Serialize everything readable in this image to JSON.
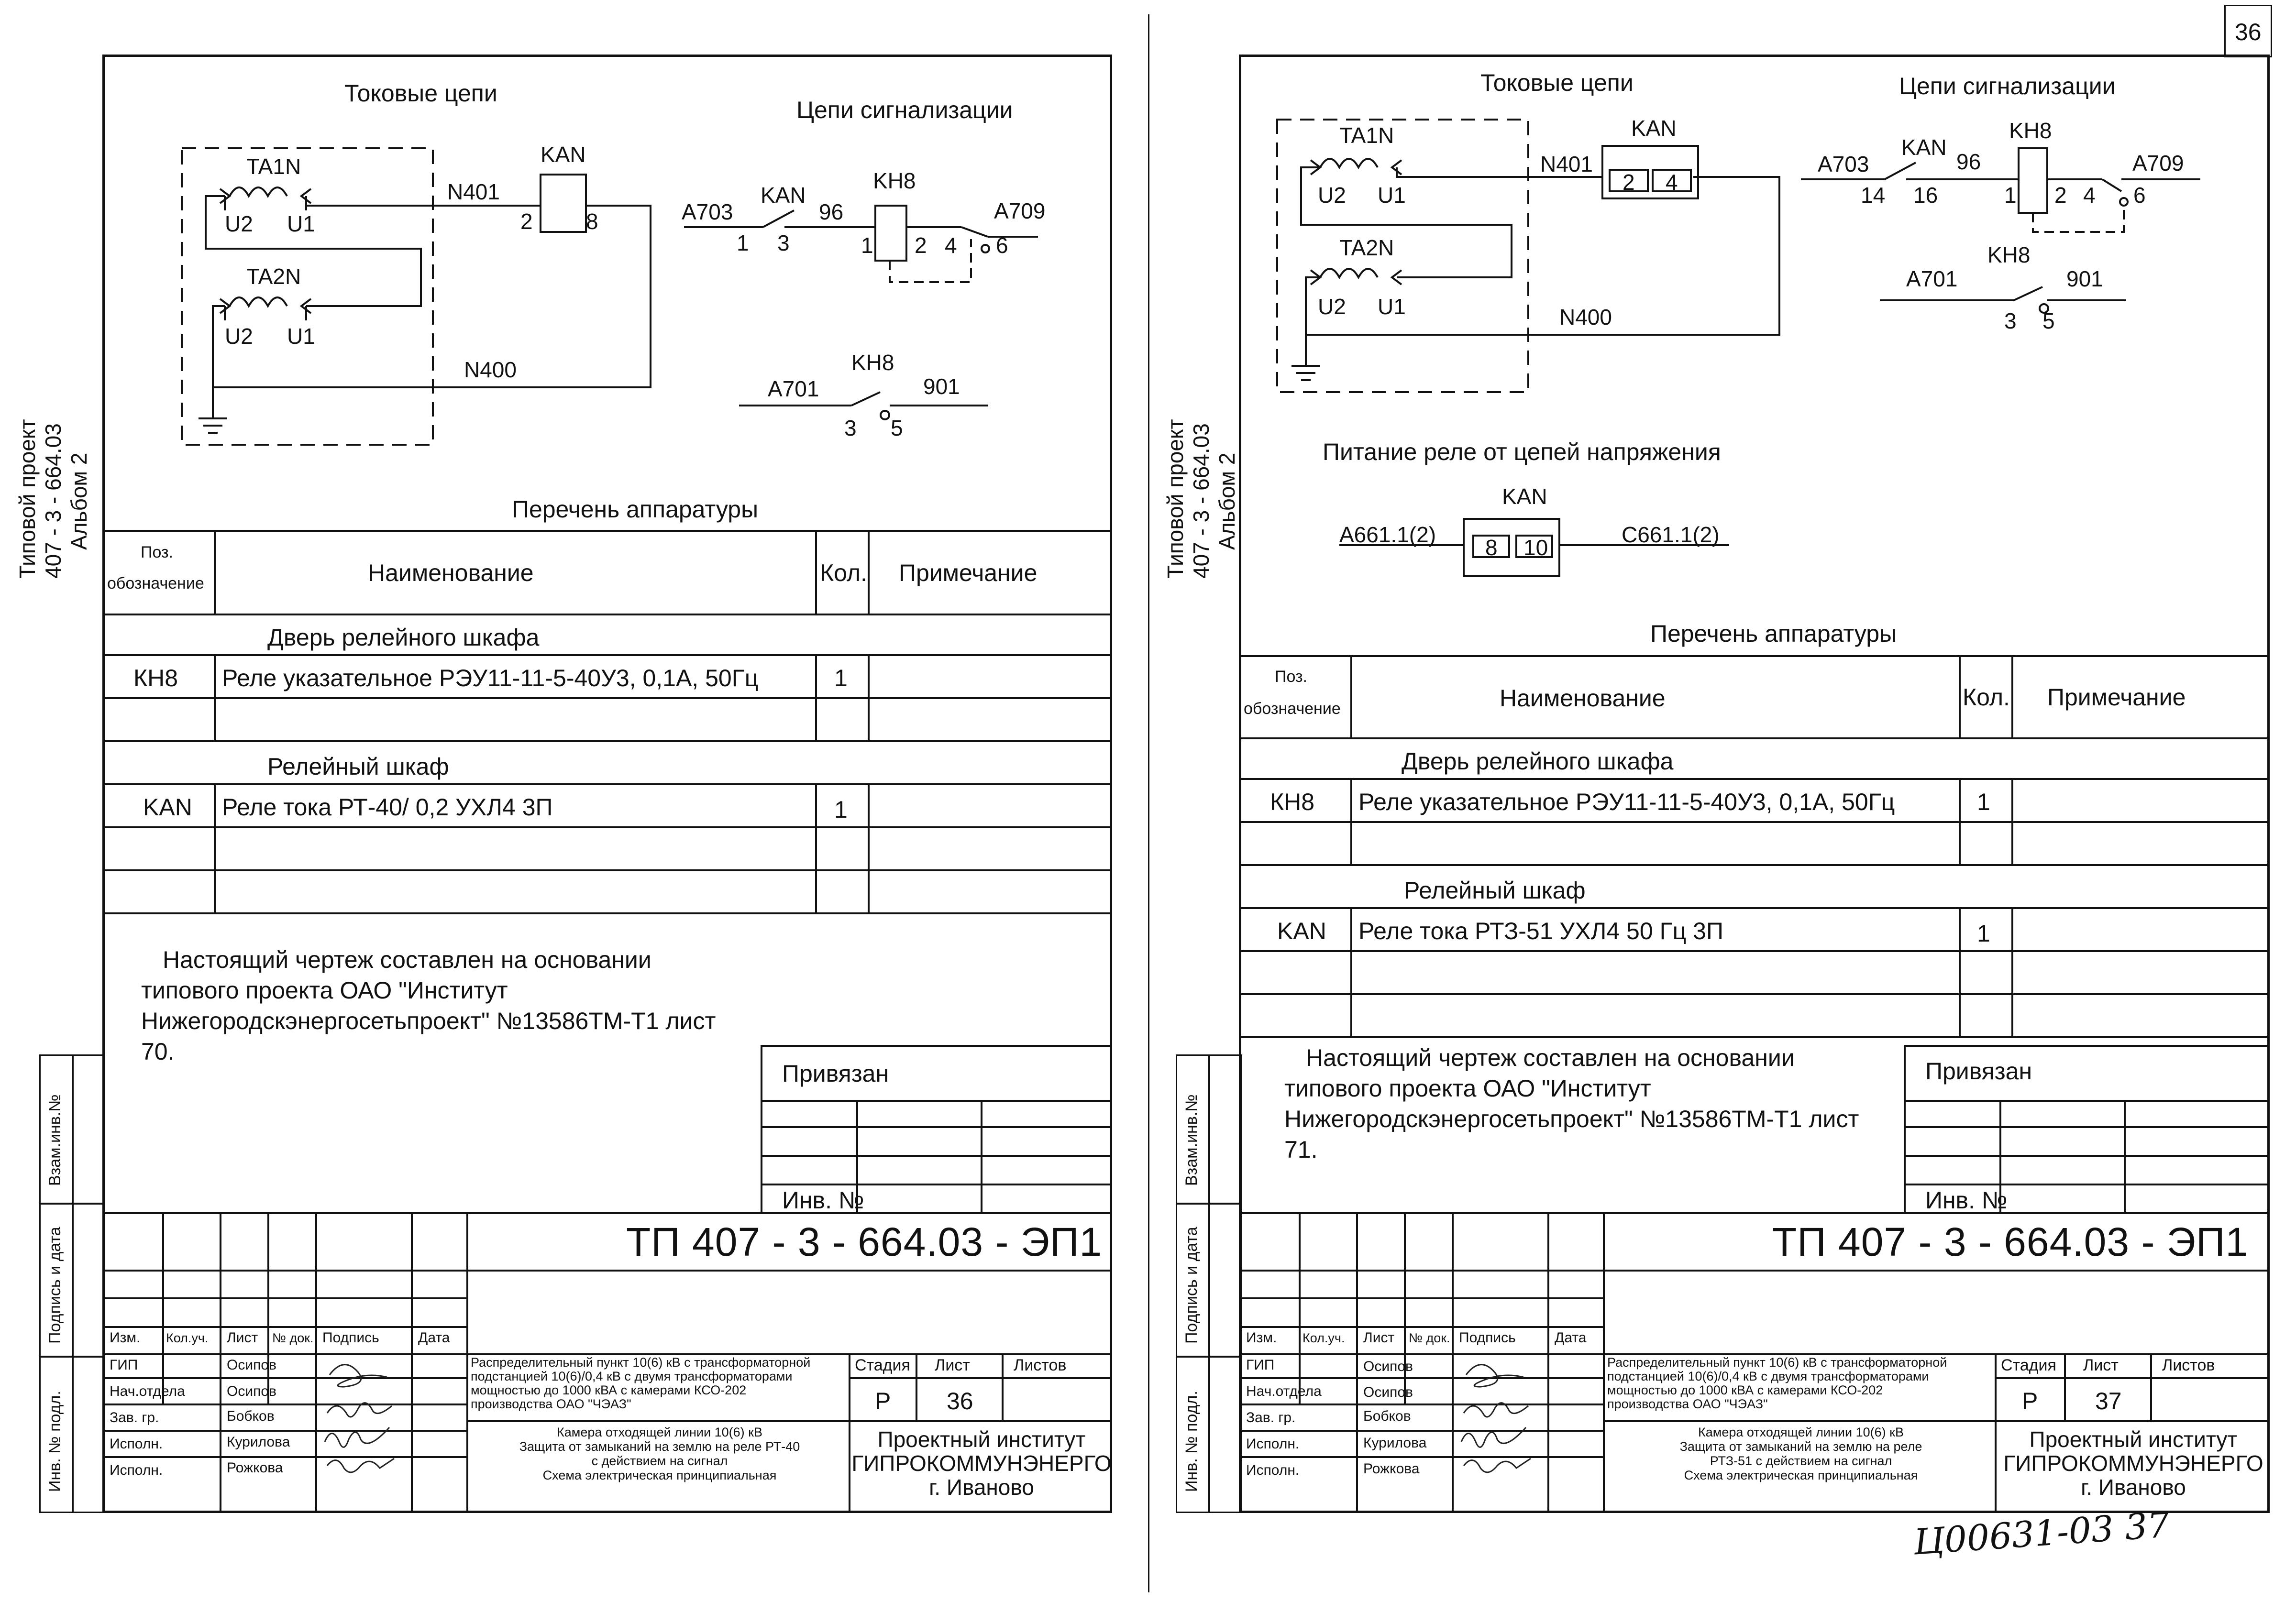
{
  "page_number": "36",
  "handwritten_note": "Ц00631-03 37",
  "side_label": {
    "line1": "Типовой проект",
    "line2": "407 - 3 - 664.03",
    "line3": "Альбом 2"
  },
  "stamp_left_labels": [
    "Взам.инв.№",
    "Подпись и дата",
    "Инв. № подл."
  ],
  "left": {
    "diagram": {
      "heading_current": "Токовые цепи",
      "heading_signal": "Цепи сигнализации",
      "ta1": "TA1N",
      "ta2": "TA2N",
      "u2": "U2",
      "u1": "U1",
      "n401": "N401",
      "n400": "N400",
      "kan": "KAN",
      "kan_t1": "2",
      "kan_t2": "8",
      "kh8": "KH8",
      "a703": "A703",
      "a709": "A709",
      "a701": "A701",
      "w901": "901",
      "w96": "96",
      "c1": "1",
      "c3": "3",
      "r1": "1",
      "r2": "2",
      "r4": "4",
      "r6": "6",
      "s3": "3",
      "s5": "5"
    },
    "list_title": "Перечень аппаратуры",
    "table": {
      "h_pos": "Поз.",
      "h_pos2": "обозначение",
      "h_name": "Наименование",
      "h_qty": "Кол.",
      "h_note": "Примечание",
      "section1": "Дверь релейного шкафа",
      "row1_pos": "КН8",
      "row1_name": "Реле указательное РЭУ11-11-5-40У3, 0,1А, 50Гц",
      "row1_qty": "1",
      "section2": "Релейный шкаф",
      "row2_pos": "KAN",
      "row2_name": "Реле тока РТ-40/ 0,2  УХЛ4 3П",
      "row2_qty": "1"
    },
    "note": [
      "Настоящий чертеж составлен на основании",
      "типового проекта ОАО \"Институт",
      "Нижегородскэнергосетьпроект\" №13586ТМ-Т1 лист",
      "70."
    ],
    "privyazan": "Привязан",
    "inv_no": "Инв. №",
    "code": "ТП  407 - 3 - 664.03 - ЭП1",
    "stamp": {
      "h_izm": "Изм.",
      "h_koluch": "Кол.уч.",
      "h_list": "Лист",
      "h_ndok": "№ док.",
      "h_podpis": "Подпись",
      "h_data": "Дата",
      "r1_role": "ГИП",
      "r1_name": "Осипов",
      "r2_role": "Нач.отдела",
      "r2_name": "Осипов",
      "r3_role": "Зав. гр.",
      "r3_name": "Бобков",
      "r4_role": "Исполн.",
      "r4_name": "Курилова",
      "r5_role": "Исполн.",
      "r5_name": "Рожкова",
      "desc1": [
        "Распределительный пункт 10(6) кВ с трансформаторной",
        "подстанцией 10(6)/0,4 кВ с двумя трансформаторами",
        "мощностью до 1000 кВА с камерами КСО-202",
        "производства ОАО \"ЧЭАЗ\""
      ],
      "desc2": [
        "Камера отходящей линии 10(6) кВ",
        "Защита от замыканий на землю на реле РТ-40",
        "с действием на сигнал",
        "Схема электрическая принципиальная"
      ],
      "stage_h": "Стадия",
      "sheet_h": "Лист",
      "sheets_h": "Листов",
      "stage": "Р",
      "sheet": "36",
      "org1": "Проектный институт",
      "org2": "ГИПРОКОММУНЭНЕРГО",
      "org3": "г. Иваново"
    }
  },
  "right": {
    "diagram": {
      "heading_current": "Токовые цепи",
      "heading_signal": "Цепи сигнализации",
      "heading_power": "Питание  реле от цепей напряжения",
      "ta1": "TA1N",
      "ta2": "TA2N",
      "u2": "U2",
      "u1": "U1",
      "n401": "N401",
      "n400": "N400",
      "kan": "KAN",
      "kan_t1": "2",
      "kan_t2": "4",
      "kh8": "KH8",
      "a703": "A703",
      "a709": "A709",
      "a701": "A701",
      "w901": "901",
      "w96": "96",
      "c14": "14",
      "c16": "16",
      "r1": "1",
      "r2": "2",
      "r4": "4",
      "r6": "6",
      "s3": "3",
      "s5": "5",
      "a661": "A661.1(2)",
      "c661": "C661.1(2)",
      "p8": "8",
      "p10": "10"
    },
    "list_title": "Перечень аппаратуры",
    "table": {
      "h_pos": "Поз.",
      "h_pos2": "обозначение",
      "h_name": "Наименование",
      "h_qty": "Кол.",
      "h_note": "Примечание",
      "section1": "Дверь релейного шкафа",
      "row1_pos": "КН8",
      "row1_name": "Реле указательное РЭУ11-11-5-40У3, 0,1А, 50Гц",
      "row1_qty": "1",
      "section2": "Релейный шкаф",
      "row2_pos": "KAN",
      "row2_name": "Реле тока РТЗ-51  УХЛ4  50 Гц  3П",
      "row2_qty": "1"
    },
    "note": [
      "Настоящий чертеж составлен на основании",
      "типового проекта ОАО \"Институт",
      "Нижегородскэнергосетьпроект\" №13586ТМ-Т1 лист",
      "71."
    ],
    "privyazan": "Привязан",
    "inv_no": "Инв. №",
    "code": "ТП  407 - 3 - 664.03 - ЭП1",
    "stamp": {
      "h_izm": "Изм.",
      "h_koluch": "Кол.уч.",
      "h_list": "Лист",
      "h_ndok": "№ док.",
      "h_podpis": "Подпись",
      "h_data": "Дата",
      "r1_role": "ГИП",
      "r1_name": "Осипов",
      "r2_role": "Нач.отдела",
      "r2_name": "Осипов",
      "r3_role": "Зав. гр.",
      "r3_name": "Бобков",
      "r4_role": "Исполн.",
      "r4_name": "Курилова",
      "r5_role": "Исполн.",
      "r5_name": "Рожкова",
      "desc1": [
        "Распределительный пункт 10(6) кВ с трансформаторной",
        "подстанцией 10(6)/0,4 кВ с двумя трансформаторами",
        "мощностью до 1000 кВА с камерами КСО-202",
        "производства ОАО \"ЧЭАЗ\""
      ],
      "desc2": [
        "Камера отходящей линии 10(6) кВ",
        "Защита от замыканий на землю на реле",
        "РТЗ-51 с действием на сигнал",
        "Схема электрическая принципиальная"
      ],
      "stage_h": "Стадия",
      "sheet_h": "Лист",
      "sheets_h": "Листов",
      "stage": "Р",
      "sheet": "37",
      "org1": "Проектный институт",
      "org2": "ГИПРОКОММУНЭНЕРГО",
      "org3": "г. Иваново"
    }
  }
}
